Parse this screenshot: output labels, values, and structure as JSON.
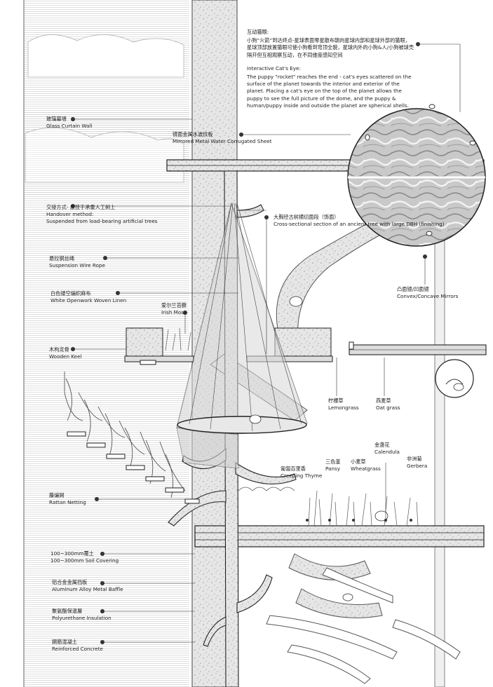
{
  "annotation": {
    "zh_title": "互动猫眼:",
    "zh_body": "小狗“火箭”到达终点-星球表面零星散布朝向星球内部和星球外部的猫眼，星球顶部放置猫眼可使小狗看到穹顶全貌，星球内外的小狗&人/小狗被球壳隔开但互相观察互动，在不同维度感知空间",
    "en_title": "Interactive Cat's Eye:",
    "en_body": "The puppy \"rocket\" reaches the end - cat's eyes scattered on the surface of the planet towards the interior and exterior of the planet. Placing a cat's eye on the top of the planet allows the puppy to see the full picture of the dome, and the puppy & human/puppy inside and outside the planet are spherical shells."
  },
  "labels": [
    {
      "id": "glass-curtain-wall",
      "zh": "玻璃幕墙",
      "en": "Glass Curtain Wall"
    },
    {
      "id": "mirrored-metal-sheet",
      "zh": "镜面金属水波纹板",
      "en": "Mirrored Metal Water Corrugated Sheet"
    },
    {
      "id": "handover-method",
      "zh": "交接方式- 悬挂于承重人工树上",
      "en": "Handover method:",
      "en2": "Suspended from load-bearing artificial trees"
    },
    {
      "id": "ancient-tree-section",
      "zh": "大胸径古树横切面段（饰面）",
      "en": "Cross-sectional section of an ancient tree with large DBH (finishing)"
    },
    {
      "id": "suspension-wire-rope",
      "zh": "悬拉钢丝绳",
      "en": "Suspension Wire Rope"
    },
    {
      "id": "convex-concave-mirrors",
      "zh": "凸面镜/凹面镜",
      "en": "Convex/Concave Mirrors"
    },
    {
      "id": "white-openwork-linen",
      "zh": "白色镂空编织麻布",
      "en": "White Openwork Woven Linen"
    },
    {
      "id": "irish-moss",
      "zh": "爱尔兰苔藓",
      "en": "Irish Moss"
    },
    {
      "id": "wooden-keel",
      "zh": "木构龙骨",
      "en": "Wooden Keel"
    },
    {
      "id": "lemongrass",
      "zh": "柠檬草",
      "en": "Lemongrass"
    },
    {
      "id": "oat-grass",
      "zh": "燕麦草",
      "en": "Oat grass"
    },
    {
      "id": "calendula",
      "zh": "金盏花",
      "en": "Calendula"
    },
    {
      "id": "pansy",
      "zh": "三色堇",
      "en": "Pansy"
    },
    {
      "id": "wheatgrass",
      "zh": "小麦草",
      "en": "Wheatgrass"
    },
    {
      "id": "gerbera",
      "zh": "非洲菊",
      "en": "Gerbera"
    },
    {
      "id": "creeping-thyme",
      "zh": "匍匐百里香",
      "en": "Creeping Thyme"
    },
    {
      "id": "rattan-netting",
      "zh": "藤编网",
      "en": "Rattan Netting"
    },
    {
      "id": "soil-covering",
      "zh": "100~300mm覆土",
      "en": "100~300mm Soil Covering"
    },
    {
      "id": "metal-baffle",
      "zh": "铝合金金属挡板",
      "en": "Aluminum Alloy Metal Baffle"
    },
    {
      "id": "polyurethane",
      "zh": "聚氨酯保温層",
      "en": "Polyurethane Insulation"
    },
    {
      "id": "reinforced-concrete",
      "zh": "鋼筋混凝土",
      "en": "Reinforced Concrete"
    }
  ],
  "colors": {
    "ink": "#222222",
    "concrete": "#e2e2e2",
    "bg": "#ffffff"
  }
}
